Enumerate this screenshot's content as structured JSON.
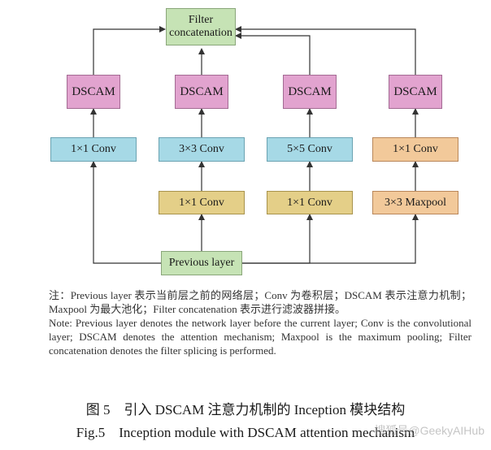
{
  "diagram": {
    "filter_label": "Filter concatenation",
    "dscam_label": "DSCAM",
    "conv1_label": "1×1 Conv",
    "conv3_label": "3×3 Conv",
    "conv5_label": "5×5 Conv",
    "maxpool_label": "3×3 Maxpool",
    "previous_label": "Previous layer",
    "colors": {
      "green": "#c6e3b5",
      "pink": "#e2a3cf",
      "blue": "#a6d9e6",
      "tan": "#e4cf88",
      "orange": "#f2c99a"
    }
  },
  "note": {
    "cn": "注：Previous layer 表示当前层之前的网络层；Conv 为卷积层；DSCAM 表示注意力机制；Maxpool 为最大池化；Filter concatenation 表示进行滤波器拼接。",
    "en": "Note: Previous layer denotes the network layer before the current layer; Conv is the convolutional layer; DSCAM denotes the attention mechanism; Maxpool is the maximum pooling; Filter concatenation denotes the filter splicing is performed."
  },
  "caption": {
    "cn": "图 5　引入 DSCAM 注意力机制的 Inception 模块结构",
    "en": "Fig.5　Inception module with DSCAM attention mechanism"
  },
  "watermark": "搜狐号@GeekyAIHub"
}
